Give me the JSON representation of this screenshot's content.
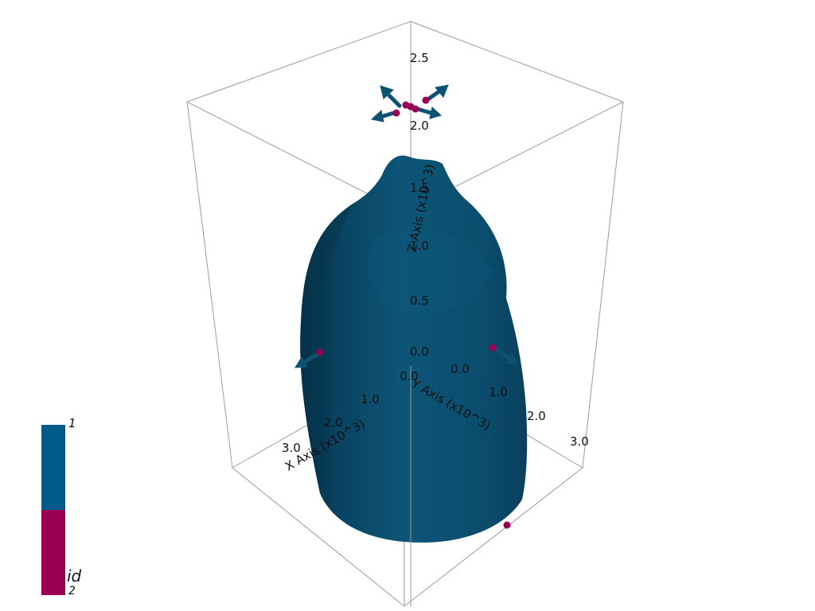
{
  "colors": {
    "surface": "#0b4f71",
    "glyph": "#0d5272",
    "point": "#990055",
    "frame": "#999999",
    "colorbar_high": "#005a8a",
    "colorbar_low": "#9a0052"
  },
  "axes": {
    "x": {
      "title": "X Axis (x10^3)",
      "ticks": [
        "0.0",
        "1.0",
        "2.0",
        "3.0"
      ]
    },
    "y": {
      "title": "Y Axis (x10^3)",
      "ticks": [
        "0.0",
        "1.0",
        "2.0",
        "3.0"
      ]
    },
    "z": {
      "title": "Z Axis (x10^3)",
      "ticks": [
        "0.0",
        "0.5",
        "1.0",
        "1.5",
        "2.0",
        "2.5"
      ]
    }
  },
  "colorbar": {
    "title": "id",
    "max_label": "1",
    "min_label": "2"
  }
}
